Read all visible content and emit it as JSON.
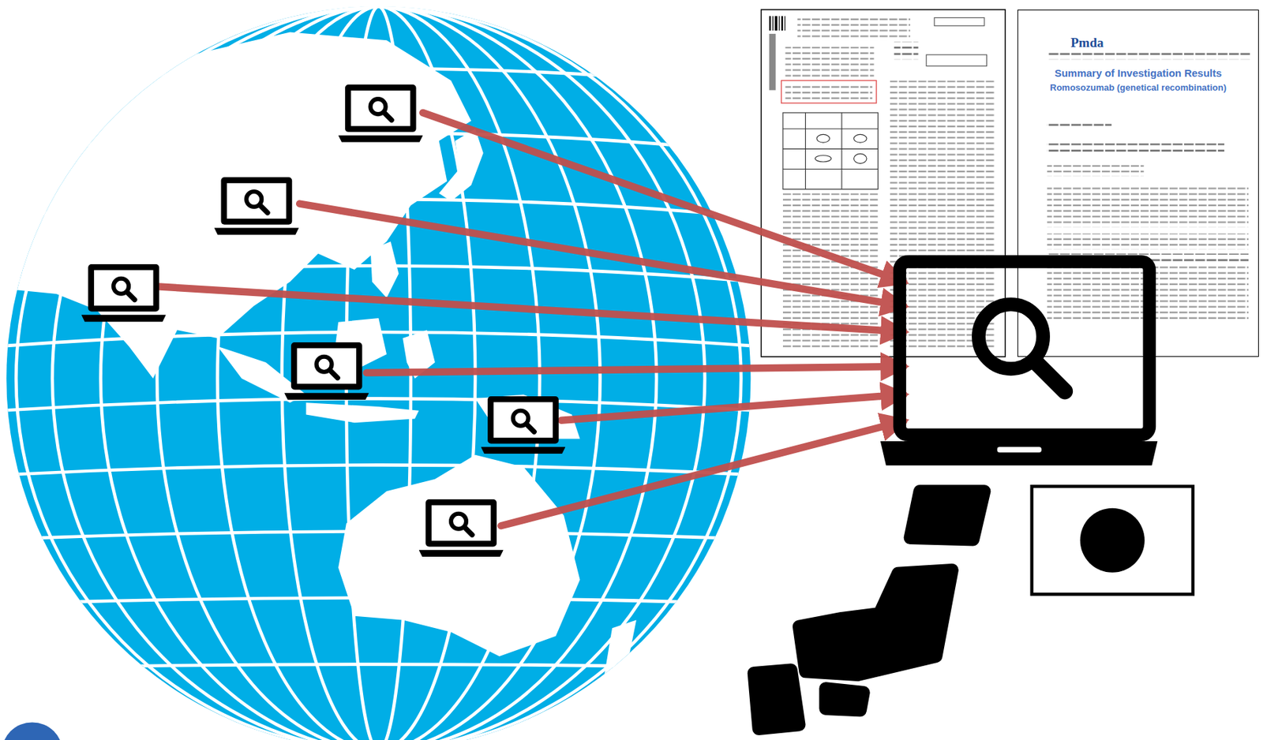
{
  "diagram": {
    "nodes": [
      {
        "text": [
          "Pmda",
          "Summary of Investigation Results",
          "Romosozumab (genetical recombination)"
        ]
      }
    ]
  }
}
